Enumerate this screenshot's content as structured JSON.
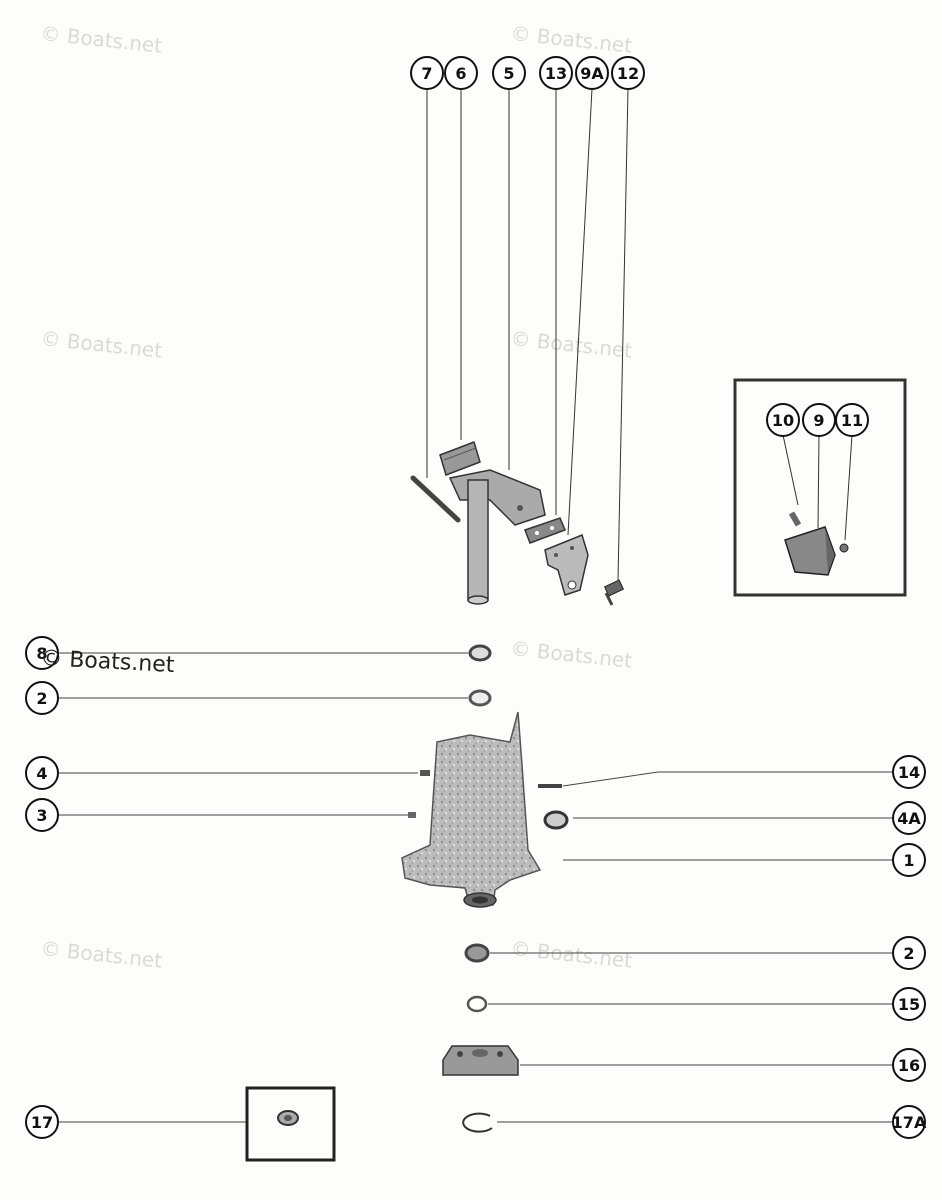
{
  "diagram": {
    "watermark": "© Boats.net",
    "callouts": {
      "c7": "7",
      "c6": "6",
      "c5": "5",
      "c13": "13",
      "c9a": "9A",
      "c12": "12",
      "c10": "10",
      "c9": "9",
      "c11": "11",
      "c8": "8",
      "c2a": "2",
      "c4": "4",
      "c3": "3",
      "c14": "14",
      "c4a": "4A",
      "c1": "1",
      "c2b": "2",
      "c15": "15",
      "c16": "16",
      "c17": "17",
      "c17a": "17A"
    }
  }
}
